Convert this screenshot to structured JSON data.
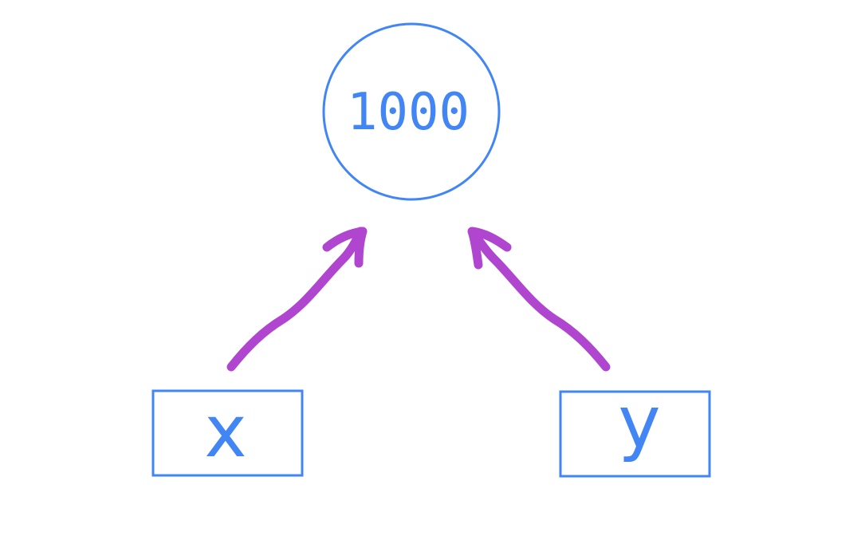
{
  "diagram": {
    "value_node": {
      "label": "1000"
    },
    "variables": [
      {
        "label": "x"
      },
      {
        "label": "y"
      }
    ],
    "colors": {
      "node_stroke": "#4285f4",
      "node_text": "#4285f4",
      "arrow": "#b045d0",
      "background": "#ffffff"
    }
  }
}
